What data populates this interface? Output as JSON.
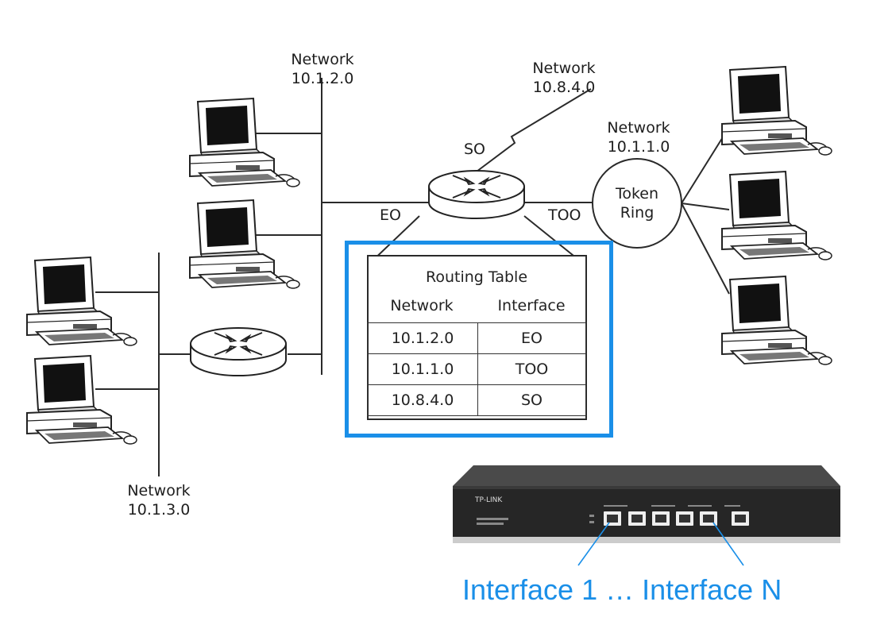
{
  "networks": {
    "n1": {
      "line1": "Network",
      "line2": "10.1.2.0"
    },
    "n2": {
      "line1": "Network",
      "line2": "10.8.4.0"
    },
    "n3": {
      "line1": "Network",
      "line2": "10.1.1.0"
    },
    "n4": {
      "line1": "Network",
      "line2": "10.1.3.0"
    }
  },
  "interfaces": {
    "serial": "SO",
    "ethernet": "EO",
    "token": "TOO"
  },
  "token_ring": {
    "line1": "Token",
    "line2": "Ring"
  },
  "routing_table": {
    "title": "Routing Table",
    "headers": [
      "Network",
      "Interface"
    ],
    "rows": [
      {
        "network": "10.1.2.0",
        "interface": "EO"
      },
      {
        "network": "10.1.1.0",
        "interface": "TOO"
      },
      {
        "network": "10.8.4.0",
        "interface": "SO"
      }
    ]
  },
  "device": {
    "brand": "TP-LINK"
  },
  "caption": "Interface 1 … Interface N",
  "colors": {
    "accent": "#1a8fe8",
    "line": "#2a2a2a"
  }
}
